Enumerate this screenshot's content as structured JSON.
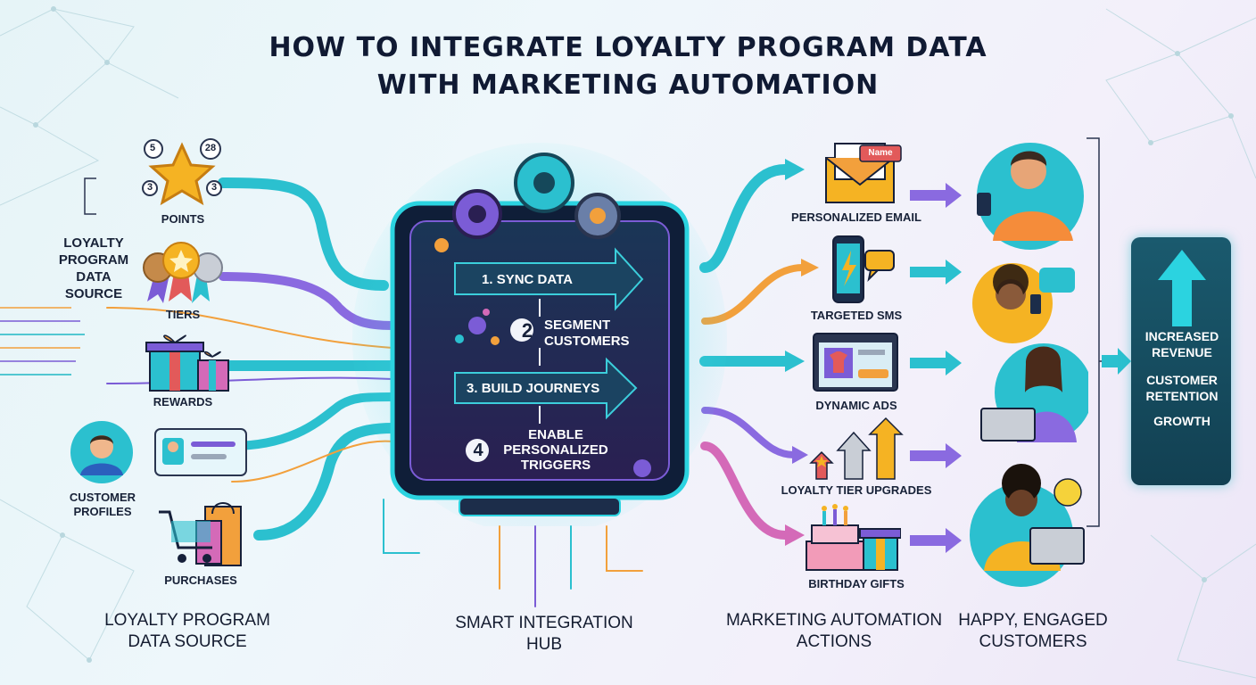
{
  "title": {
    "line1": "HOW TO INTEGRATE LOYALTY PROGRAM DATA",
    "line2": "WITH MARKETING AUTOMATION"
  },
  "sources": {
    "side_label": [
      "LOYALTY",
      "PROGRAM",
      "DATA",
      "SOURCE"
    ],
    "items": [
      {
        "label": "POINTS",
        "badges": [
          "5",
          "28",
          "3",
          "3"
        ]
      },
      {
        "label": "TIERS"
      },
      {
        "label": "REWARDS"
      },
      {
        "label": "CUSTOMER PROFILES"
      },
      {
        "label": "PURCHASES"
      }
    ],
    "column_label": [
      "LOYALTY PROGRAM",
      "DATA SOURCE"
    ]
  },
  "hub": {
    "steps": [
      {
        "num": "1.",
        "text": "SYNC DATA"
      },
      {
        "num": "2",
        "text": "SEGMENT CUSTOMERS"
      },
      {
        "num": "3.",
        "text": "BUILD JOURNEYS"
      },
      {
        "num": "4",
        "text": "ENABLE PERSONALIZED TRIGGERS"
      }
    ],
    "column_label": [
      "SMART INTEGRATION",
      "HUB"
    ]
  },
  "actions": {
    "items": [
      {
        "label": "PERSONALIZED EMAIL",
        "tag": "Name"
      },
      {
        "label": "TARGETED SMS"
      },
      {
        "label": "DYNAMIC ADS"
      },
      {
        "label": "LOYALTY TIER UPGRADES"
      },
      {
        "label": "BIRTHDAY GIFTS"
      }
    ],
    "column_label": [
      "MARKETING AUTOMATION",
      "ACTIONS"
    ]
  },
  "customers": {
    "column_label": [
      "HAPPY, ENGAGED",
      "CUSTOMERS"
    ]
  },
  "outcomes": [
    "INCREASED REVENUE",
    "CUSTOMER RETENTION",
    "GROWTH"
  ],
  "colors": {
    "teal": "#1fb8c4",
    "purple": "#7b5cd6",
    "orange": "#f2a03c",
    "hub_dark": "#14243f",
    "outcome_panel": "#15485a"
  }
}
